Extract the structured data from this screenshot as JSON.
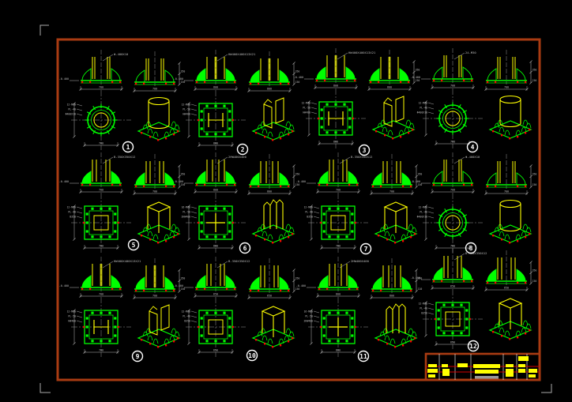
{
  "colors": {
    "background": "#000000",
    "sheet_border": "#A93B12",
    "green": "#00FF00",
    "yellow": "#FFFF00",
    "red": "#FF0000",
    "gray": "#BBBBBB",
    "white": "#FFFFFF",
    "title_red_line": "#D40000",
    "title_text_yellow": "#FFFF00",
    "title_text_gray": "#999999"
  },
  "sheet": {
    "description": "CAD drawing sheet of 12 steel column base (anchor) details, each with two elevations, a plan view, an isometric view and a circled detail number"
  },
  "details": [
    {
      "number": "1",
      "type": "pipe",
      "label": "Φ-400X10",
      "dims": {
        "w": "700",
        "plan": "700",
        "level": "-0.400",
        "s1": "350",
        "s2": "150"
      },
      "notes": [
        "12-M30",
        "PL-40",
        "Φ400X10"
      ]
    },
    {
      "number": "2",
      "type": "h",
      "label": "HW400X400X13X21",
      "dims": {
        "w": "800",
        "plan": "800",
        "level": "-0.400",
        "s1": "350",
        "s2": "150"
      },
      "notes": [
        "12-M30",
        "PL-50",
        "HW400"
      ]
    },
    {
      "number": "3",
      "type": "h",
      "label": "HW400X400X13X21",
      "dims": {
        "w": "800",
        "plan": "800",
        "level": "-0.400",
        "s1": "350",
        "s2": "150"
      },
      "notes": [
        "12-M30",
        "PL-50",
        "HW400"
      ]
    },
    {
      "number": "4",
      "type": "pipe",
      "label": "24-M30",
      "dims": {
        "w": "700",
        "plan": "700",
        "level": "-0.400",
        "s1": "350",
        "s2": "150"
      },
      "notes": [
        "12-M30",
        "PL-40",
        "Φ400X10"
      ]
    },
    {
      "number": "5",
      "type": "box",
      "label": "B-350X350X12",
      "dims": {
        "w": "700",
        "plan": "700",
        "level": "-0.400",
        "s1": "350",
        "s2": "150"
      },
      "notes": [
        "12-M30",
        "PL-40",
        "B350"
      ]
    },
    {
      "number": "6",
      "type": "cruciform",
      "label": "2HW400X400",
      "dims": {
        "w": "800",
        "plan": "800",
        "level": "-0.400",
        "s1": "350",
        "s2": "150"
      },
      "notes": [
        "16-M30",
        "PL-50",
        "2HW400"
      ]
    },
    {
      "number": "7",
      "type": "box",
      "label": "B-350X350X12",
      "dims": {
        "w": "700",
        "plan": "700",
        "level": "-0.400",
        "s1": "350",
        "s2": "150"
      },
      "notes": [
        "12-M30",
        "PL-40",
        "B350"
      ]
    },
    {
      "number": "8",
      "type": "pipe",
      "label": "Φ-400X10",
      "dims": {
        "w": "700",
        "plan": "700",
        "level": "-0.400",
        "s1": "350",
        "s2": "150"
      },
      "notes": [
        "12-M30",
        "PL-40",
        "Φ400X10"
      ]
    },
    {
      "number": "9",
      "type": "h",
      "label": "HW400X400X13X21",
      "dims": {
        "w": "700",
        "plan": "700",
        "level": "-0.400",
        "s1": "350",
        "s2": "150"
      },
      "notes": [
        "12-M30",
        "PL-50",
        "HW400"
      ]
    },
    {
      "number": "10",
      "type": "box",
      "label": "B-350X350X12",
      "dims": {
        "w": "650",
        "plan": "650",
        "level": "-0.400",
        "s1": "350",
        "s2": "150"
      },
      "notes": [
        "12-M30",
        "PL-40",
        "B350"
      ]
    },
    {
      "number": "11",
      "type": "cruciform",
      "label": "2HW400X400",
      "dims": {
        "w": "800",
        "plan": "800",
        "level": "-0.400",
        "s1": "350",
        "s2": "110"
      },
      "notes": [
        "16-M30",
        "PL-50",
        "2HW400"
      ]
    },
    {
      "number": "12",
      "type": "box",
      "label": "B-350X350X12",
      "dims": {
        "w": "650",
        "plan": "650",
        "level": "-0.400",
        "s1": "350",
        "s2": "150"
      },
      "notes": [
        "12-M30",
        "PL-40",
        "B350"
      ]
    }
  ]
}
